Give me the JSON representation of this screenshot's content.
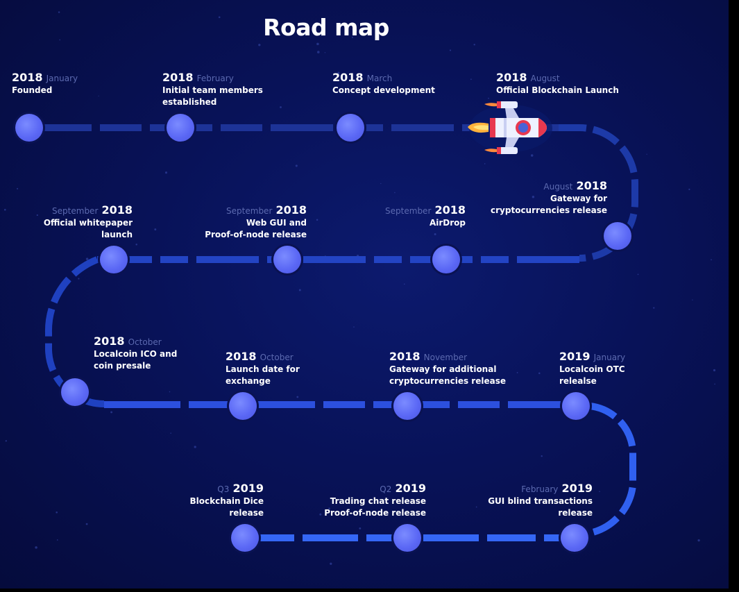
{
  "title": "Road map",
  "milestones": [
    {
      "year": "2018",
      "month": "January",
      "desc": "Founded"
    },
    {
      "year": "2018",
      "month": "February",
      "desc": "Initial team members\nestablished"
    },
    {
      "year": "2018",
      "month": "March",
      "desc": "Concept development"
    },
    {
      "year": "2018",
      "month": "August",
      "desc": "Official Blockchain Launch"
    },
    {
      "year": "2018",
      "month": "August",
      "desc": "Gateway for\ncryptocurrencies release"
    },
    {
      "year": "2018",
      "month": "September",
      "desc": "AirDrop"
    },
    {
      "year": "2018",
      "month": "September",
      "desc": "Web GUI and\nProof-of-node release"
    },
    {
      "year": "2018",
      "month": "September",
      "desc": "Official whitepaper\nlaunch"
    },
    {
      "year": "2018",
      "month": "October",
      "desc": "Localcoin ICO and\ncoin presale"
    },
    {
      "year": "2018",
      "month": "October",
      "desc": "Launch date for\nexchange"
    },
    {
      "year": "2018",
      "month": "November",
      "desc": "Gateway for additional\ncryptocurrencies release"
    },
    {
      "year": "2019",
      "month": "January",
      "desc": "Localcoin OTC\nrelealse"
    },
    {
      "year": "2019",
      "month": "February",
      "desc": "GUI blind transactions\nrelease"
    },
    {
      "year": "2019",
      "month": "Q2",
      "desc": "Trading chat release\nProof-of-node release"
    },
    {
      "year": "2019",
      "month": "Q3",
      "desc": "Blockchain Dice\nrelease"
    }
  ],
  "icons": {
    "rocket": "rocket-icon"
  },
  "colors": {
    "track": "#1f3fd0",
    "dot": "#5b68f5",
    "month": "#5c6ab0",
    "background": "#081258"
  }
}
